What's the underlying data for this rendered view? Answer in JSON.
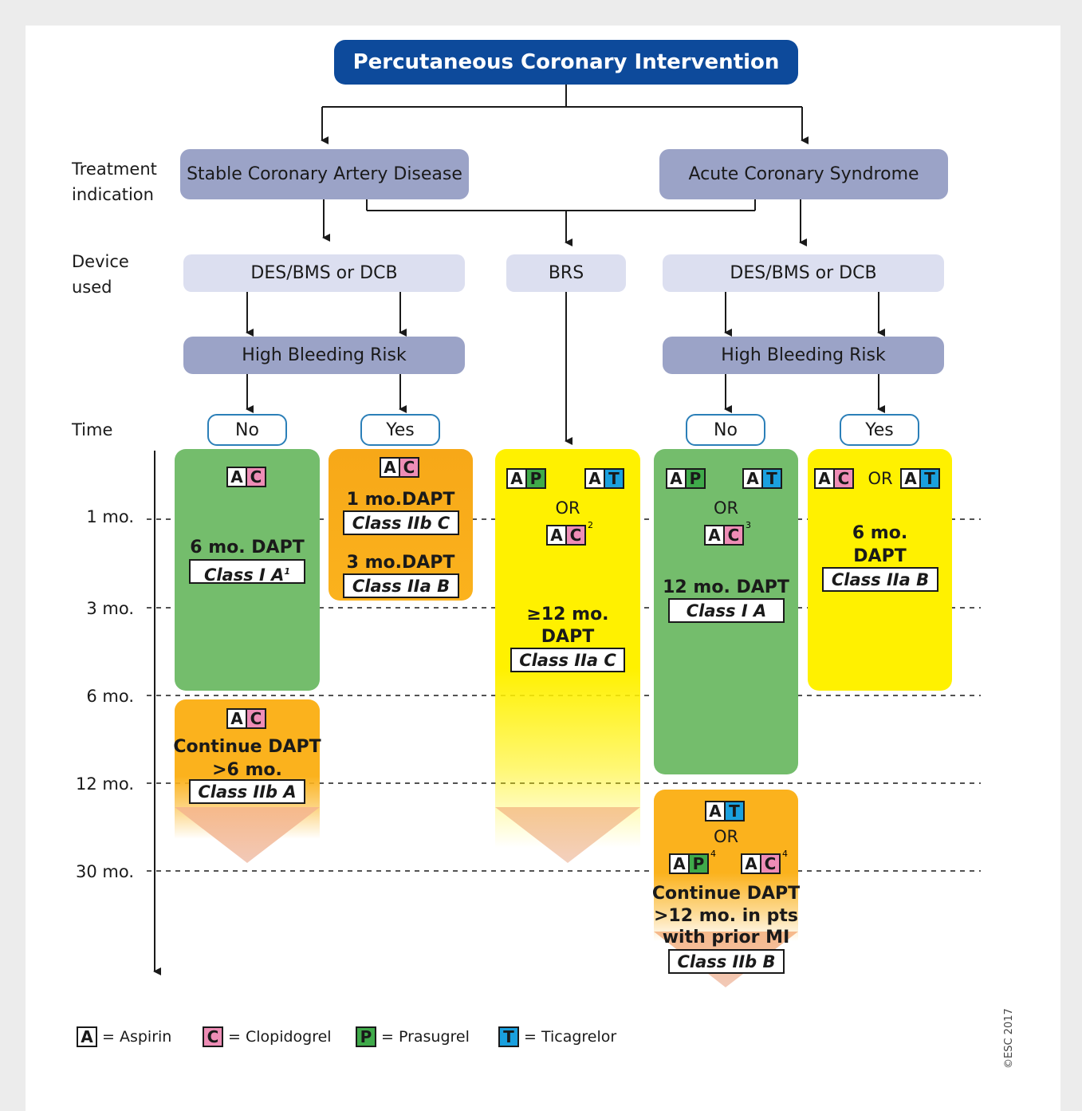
{
  "title": "Percutaneous Coronary Intervention",
  "row_labels": {
    "treatment_indication": [
      "Treatment",
      "indication"
    ],
    "device_used": [
      "Device",
      "used"
    ],
    "time": "Time"
  },
  "indications": {
    "stable": "Stable Coronary Artery Disease",
    "acute": "Acute Coronary Syndrome"
  },
  "devices": {
    "left": "DES/BMS or DCB",
    "middle": "BRS",
    "right": "DES/BMS or DCB"
  },
  "high_bleeding_risk": {
    "left": "High Bleeding Risk",
    "right": "High Bleeding Risk"
  },
  "answers": {
    "no_left": "No",
    "yes_left": "Yes",
    "no_right": "No",
    "yes_right": "Yes"
  },
  "time_marks": [
    "1 mo.",
    "3 mo.",
    "6 mo.",
    "12 mo.",
    "30 mo."
  ],
  "boxes": {
    "scad_no": {
      "drugs": [
        "A",
        "C"
      ],
      "text": "6 mo. DAPT",
      "class_main": "Class I A",
      "class_sup": "1"
    },
    "scad_yes": {
      "drugs": [
        "A",
        "C"
      ],
      "text1": "1 mo.DAPT",
      "class1": "Class IIb C",
      "text2": "3 mo.DAPT",
      "class2": "Class IIa B"
    },
    "scad_continue": {
      "drugs": [
        "A",
        "C"
      ],
      "text1": "Continue DAPT",
      "text2": ">6 mo.",
      "class": "Class IIb A"
    },
    "brs": {
      "drugs1": [
        "A",
        "P"
      ],
      "drugs2": [
        "A",
        "T"
      ],
      "or": "OR",
      "drugs3": [
        "A",
        "C"
      ],
      "sup3": "2",
      "text1": "≥12 mo.",
      "text2": "DAPT",
      "class": "Class IIa C"
    },
    "acs_no": {
      "drugs1": [
        "A",
        "P"
      ],
      "drugs2": [
        "A",
        "T"
      ],
      "or": "OR",
      "drugs3": [
        "A",
        "C"
      ],
      "sup3": "3",
      "text": "12 mo. DAPT",
      "class": "Class I A"
    },
    "acs_yes": {
      "drugs1": [
        "A",
        "C"
      ],
      "or": "OR",
      "drugs2": [
        "A",
        "T"
      ],
      "text1": "6 mo.",
      "text2": "DAPT",
      "class": "Class IIa B"
    },
    "acs_continue": {
      "drugs1": [
        "A",
        "T"
      ],
      "or": "OR",
      "drugs2": [
        "A",
        "P"
      ],
      "sup2": "4",
      "drugs3": [
        "A",
        "C"
      ],
      "sup3": "4",
      "text1": "Continue DAPT",
      "text2": ">12 mo. in pts",
      "text3": "with prior MI",
      "class": "Class IIb B"
    }
  },
  "legend": [
    {
      "letter": "A",
      "label": "= Aspirin",
      "color": "#ffffff"
    },
    {
      "letter": "C",
      "label": "= Clopidogrel",
      "color": "#ee8db6"
    },
    {
      "letter": "P",
      "label": "= Prasugrel",
      "color": "#3faa4a"
    },
    {
      "letter": "T",
      "label": "= Ticagrelor",
      "color": "#1aa0de"
    }
  ],
  "copyright": "©ESC 2017",
  "colors": {
    "title_blue": "#0d4a9b",
    "indication": "#9ba3c7",
    "device": "#dcdff0",
    "green": "#74bd6c",
    "orange": "#fbb21d",
    "yellow": "#fff100"
  }
}
